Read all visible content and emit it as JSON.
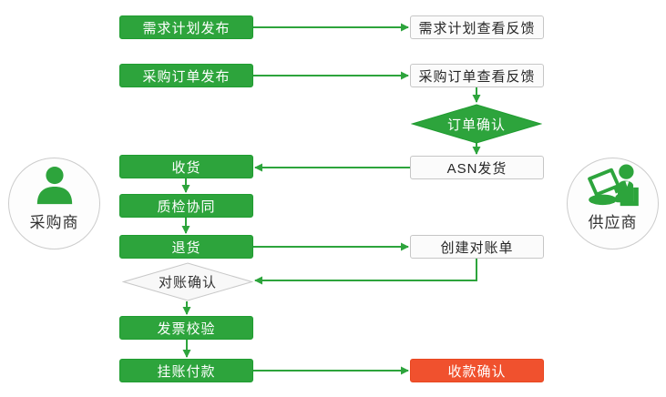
{
  "diagram": {
    "type": "procurement-collaboration-flowchart",
    "actors": {
      "buyer": {
        "label": "采购商",
        "icon": "person-silhouette-icon"
      },
      "supplier": {
        "label": "供应商",
        "icon": "person-at-laptop-icon"
      }
    },
    "buyer_lane": [
      {
        "label": "需求计划发布",
        "shape": "rect",
        "style": "green"
      },
      {
        "label": "采购订单发布",
        "shape": "rect",
        "style": "green"
      },
      {
        "label": "收货",
        "shape": "rect",
        "style": "green"
      },
      {
        "label": "质检协同",
        "shape": "rect",
        "style": "green"
      },
      {
        "label": "退货",
        "shape": "rect",
        "style": "green"
      },
      {
        "label": "对账确认",
        "shape": "diamond",
        "style": "gray"
      },
      {
        "label": "发票校验",
        "shape": "rect",
        "style": "green"
      },
      {
        "label": "挂账付款",
        "shape": "rect",
        "style": "green"
      }
    ],
    "supplier_lane": [
      {
        "label": "需求计划查看反馈",
        "shape": "rect",
        "style": "white"
      },
      {
        "label": "采购订单查看反馈",
        "shape": "rect",
        "style": "white"
      },
      {
        "label": "订单确认",
        "shape": "diamond",
        "style": "green"
      },
      {
        "label": "ASN发货",
        "shape": "rect",
        "style": "white"
      },
      {
        "label": "创建对账单",
        "shape": "rect",
        "style": "white"
      },
      {
        "label": "收款确认",
        "shape": "rect",
        "style": "red"
      }
    ],
    "edges": [
      {
        "from": "需求计划发布",
        "to": "需求计划查看反馈"
      },
      {
        "from": "采购订单发布",
        "to": "采购订单查看反馈"
      },
      {
        "from": "采购订单查看反馈",
        "to": "订单确认"
      },
      {
        "from": "订单确认",
        "to": "ASN发货"
      },
      {
        "from": "ASN发货",
        "to": "收货"
      },
      {
        "from": "收货",
        "to": "质检协同"
      },
      {
        "from": "质检协同",
        "to": "退货"
      },
      {
        "from": "退货",
        "to": "创建对账单"
      },
      {
        "from": "创建对账单",
        "to": "对账确认"
      },
      {
        "from": "对账确认",
        "to": "发票校验"
      },
      {
        "from": "发票校验",
        "to": "挂账付款"
      },
      {
        "from": "挂账付款",
        "to": "收款确认"
      }
    ],
    "colors": {
      "process_green": "#2da43c",
      "process_green_border": "#1f9c30",
      "arrow_green": "#2da43c",
      "confirm_red": "#f0512e",
      "neutral_fill": "#fbfbfb",
      "neutral_border": "#c6c6c6",
      "text_dark": "#262626",
      "background": "#ffffff"
    }
  }
}
